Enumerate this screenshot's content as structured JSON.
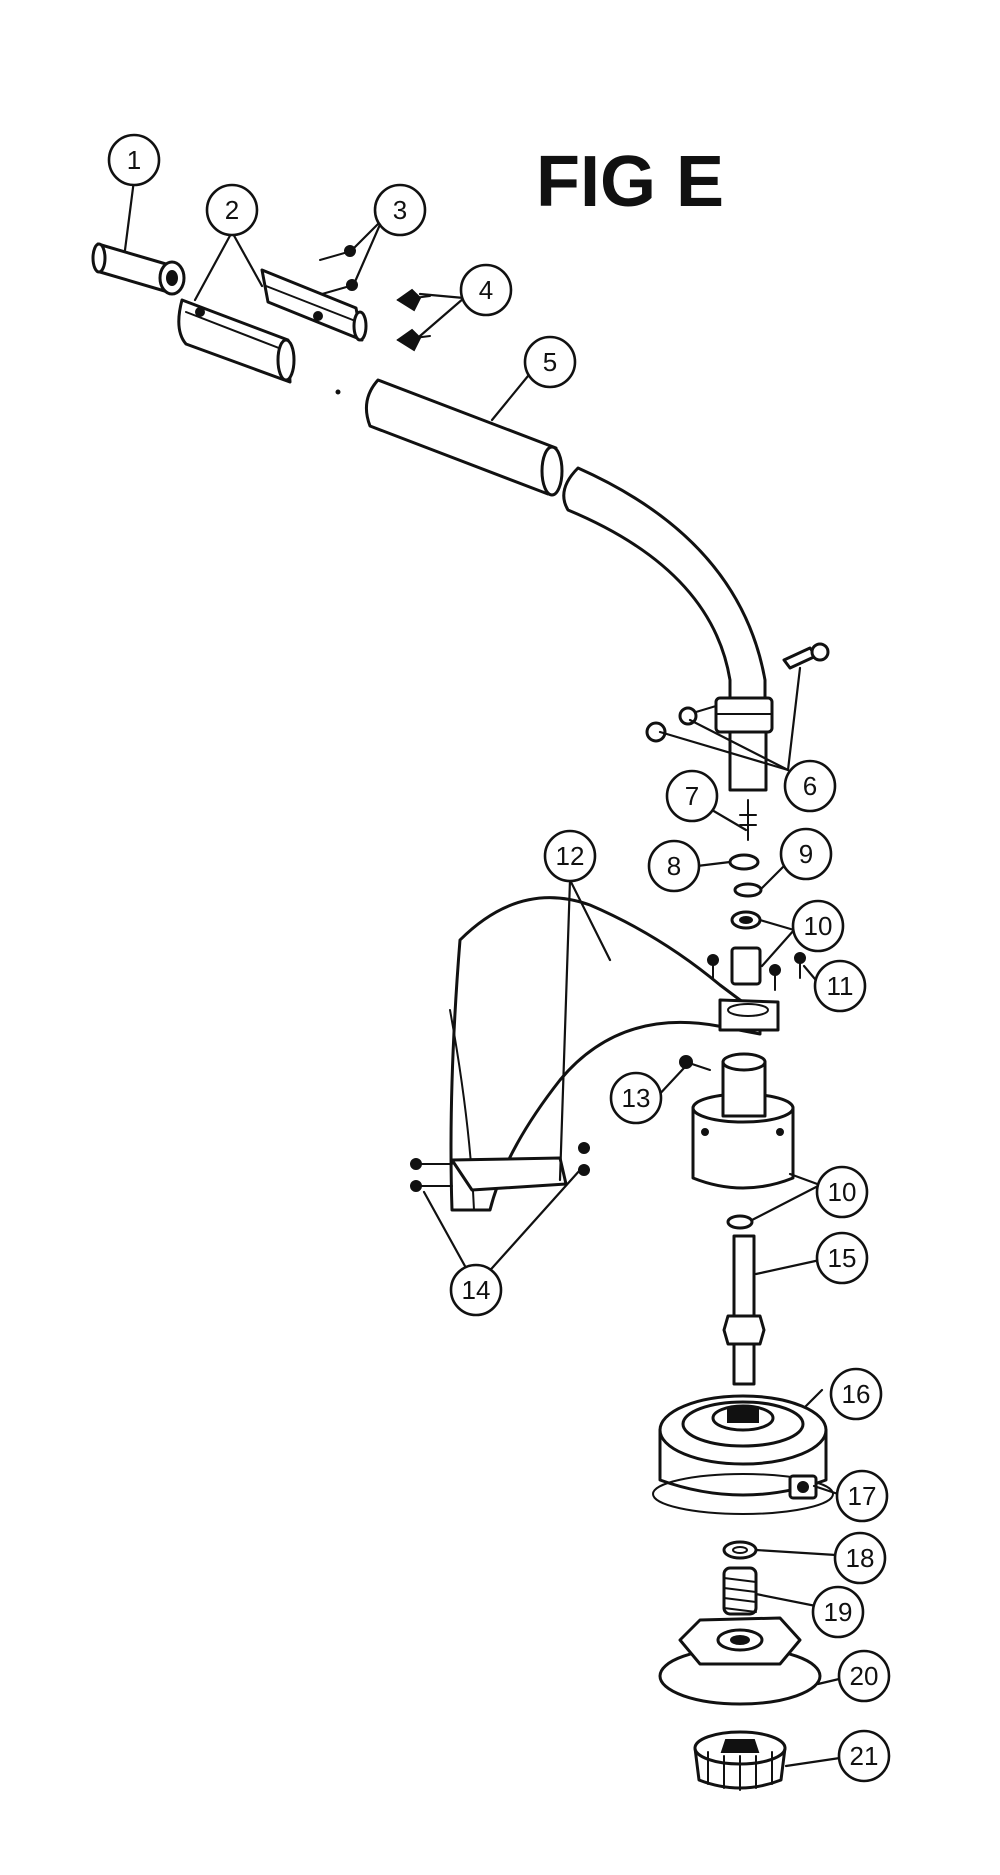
{
  "figure": {
    "title": "FIG E"
  },
  "callouts": [
    {
      "id": "c1",
      "label": "1"
    },
    {
      "id": "c2",
      "label": "2"
    },
    {
      "id": "c3",
      "label": "3"
    },
    {
      "id": "c4",
      "label": "4"
    },
    {
      "id": "c5",
      "label": "5"
    },
    {
      "id": "c6",
      "label": "6"
    },
    {
      "id": "c7",
      "label": "7"
    },
    {
      "id": "c8",
      "label": "8"
    },
    {
      "id": "c9",
      "label": "9"
    },
    {
      "id": "c10a",
      "label": "10"
    },
    {
      "id": "c11",
      "label": "11"
    },
    {
      "id": "c12",
      "label": "12"
    },
    {
      "id": "c13",
      "label": "13"
    },
    {
      "id": "c10b",
      "label": "10"
    },
    {
      "id": "c14",
      "label": "14"
    },
    {
      "id": "c15",
      "label": "15"
    },
    {
      "id": "c16",
      "label": "16"
    },
    {
      "id": "c17",
      "label": "17"
    },
    {
      "id": "c18",
      "label": "18"
    },
    {
      "id": "c19",
      "label": "19"
    },
    {
      "id": "c20",
      "label": "20"
    },
    {
      "id": "c21",
      "label": "21"
    }
  ]
}
